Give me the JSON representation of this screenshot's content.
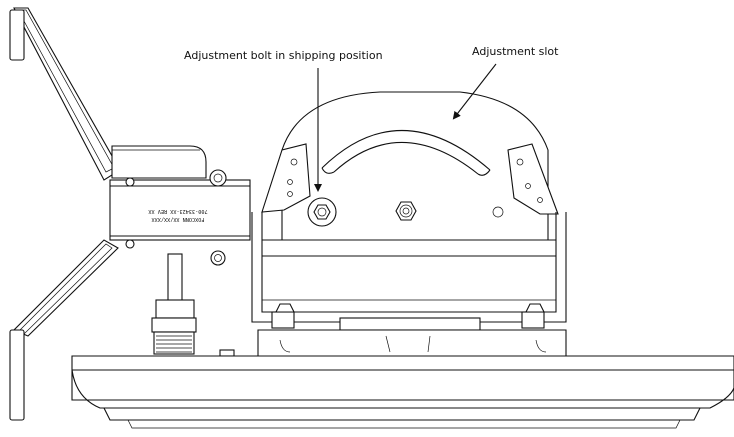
{
  "callouts": {
    "bolt_label": "Adjustment bolt in shipping position",
    "slot_label": "Adjustment slot"
  },
  "bracket_label": {
    "line1": "700-33423-XX REV XX",
    "line2": "FOXCONN XX/XX/XXX"
  }
}
